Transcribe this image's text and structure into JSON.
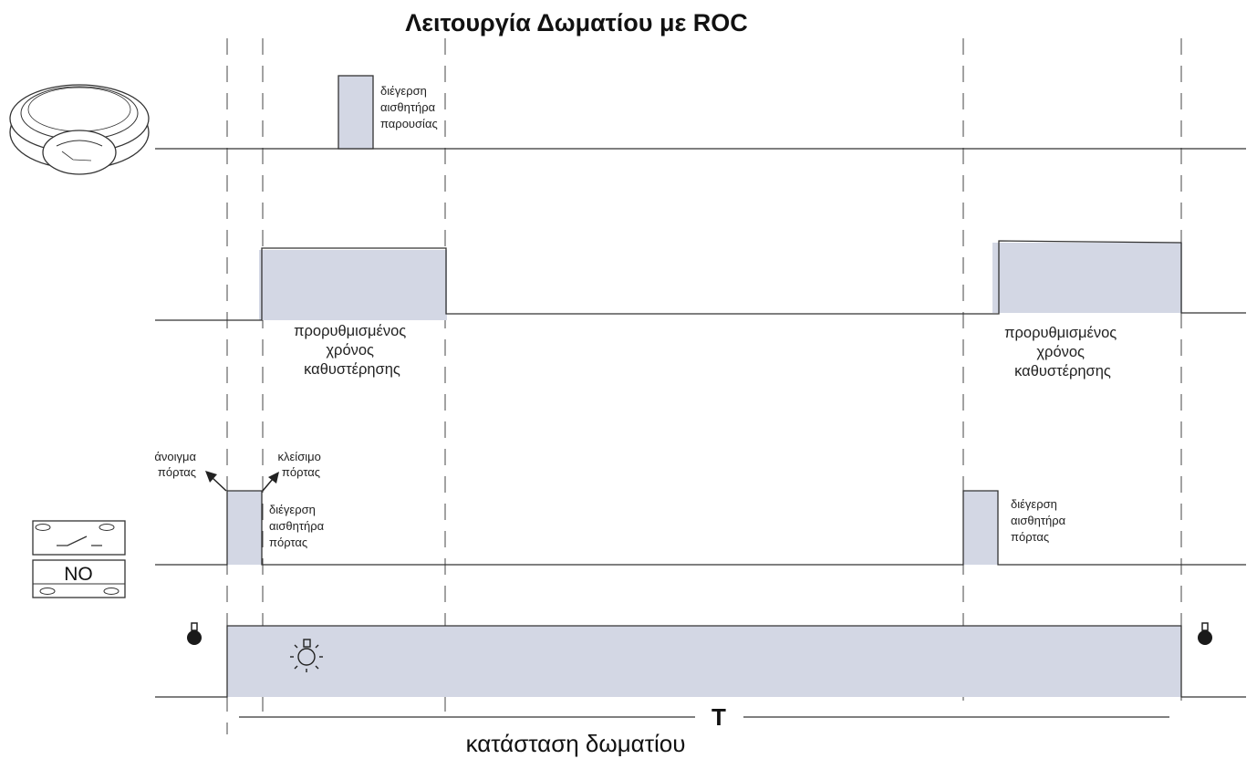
{
  "title": "Λειτουργία Δωματίου με ROC",
  "presence_sensor": {
    "pulse_label": [
      "διέγερση",
      "αισθητήρα",
      "παρουσίας"
    ]
  },
  "delay_timer": {
    "label_left": [
      "προρυθμισμένος",
      "χρόνος",
      "καθυστέρησης"
    ],
    "label_right": [
      "προρυθμισμένος",
      "χρόνος",
      "καθυστέρησης"
    ]
  },
  "door_sensor": {
    "open_label": [
      "άνοιγμα",
      "πόρτας"
    ],
    "close_label": [
      "κλείσιμο",
      "πόρτας"
    ],
    "pulse_label_left": [
      "διέγερση",
      "αισθητήρα",
      "πόρτας"
    ],
    "pulse_label_right": [
      "διέγερση",
      "αισθητήρα",
      "πόρτας"
    ],
    "contact_type": "NO"
  },
  "room_state": {
    "period_label": "T",
    "axis_label": "κατάσταση δωματίου"
  },
  "icons": [
    "ceiling-presence-sensor-icon",
    "door-contact-switch-icon",
    "light-bulb-on-icon",
    "light-bulb-off-icon"
  ],
  "colors": {
    "pulse_fill": "#d3d7e4",
    "line": "#333333",
    "background": "#ffffff"
  }
}
